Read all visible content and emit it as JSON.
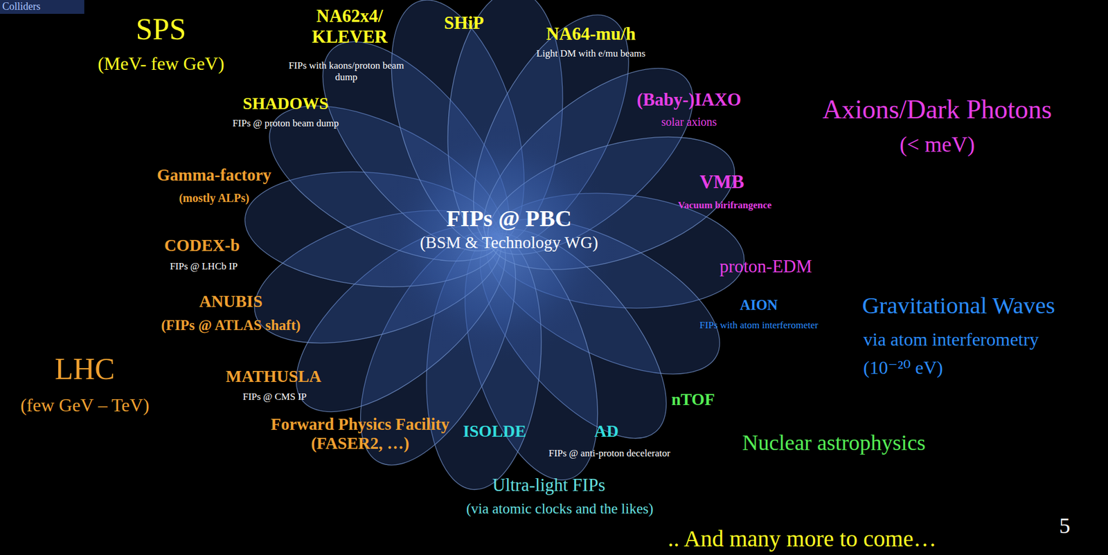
{
  "diagram": {
    "nodes": [
      {
        "text": [
          "FIPs @ PBC",
          "(BSM & Technology WG)"
        ]
      }
    ],
    "labels": [
      "Colliders",
      "SPS",
      "(MeV- few GeV)",
      "NA62x4/ KLEVER",
      "FIPs with kaons/proton beam dump",
      "SHiP",
      "NA64-mu/h",
      "Light DM with e/mu beams",
      "SHADOWS",
      "FIPs @ proton beam dump",
      "(Baby-)IAXO",
      "solar axions",
      "Axions/Dark Photons",
      "(< meV)",
      "Gamma-factory",
      "(mostly ALPs)",
      "VMB",
      "Vacuum birifrangence",
      "CODEX-b",
      "FIPs @ LHCb IP",
      "proton-EDM",
      "ANUBIS",
      "(FIPs @ ATLAS shaft)",
      "AION",
      "FIPs with atom interferometer",
      "Gravitational Waves",
      "via atom interferometry",
      "(10⁻²⁰ eV)",
      "LHC",
      "(few GeV – TeV)",
      "MATHUSLA",
      "FIPs @ CMS IP",
      "nTOF",
      "Forward Physics Facility (FASER2, …)",
      "ISOLDE",
      "AD",
      "FIPs @ anti-proton decelerator",
      "Nuclear astrophysics",
      "Ultra-light FIPs",
      "(via atomic clocks and the likes)",
      ".. And many more to come…",
      "5"
    ]
  }
}
